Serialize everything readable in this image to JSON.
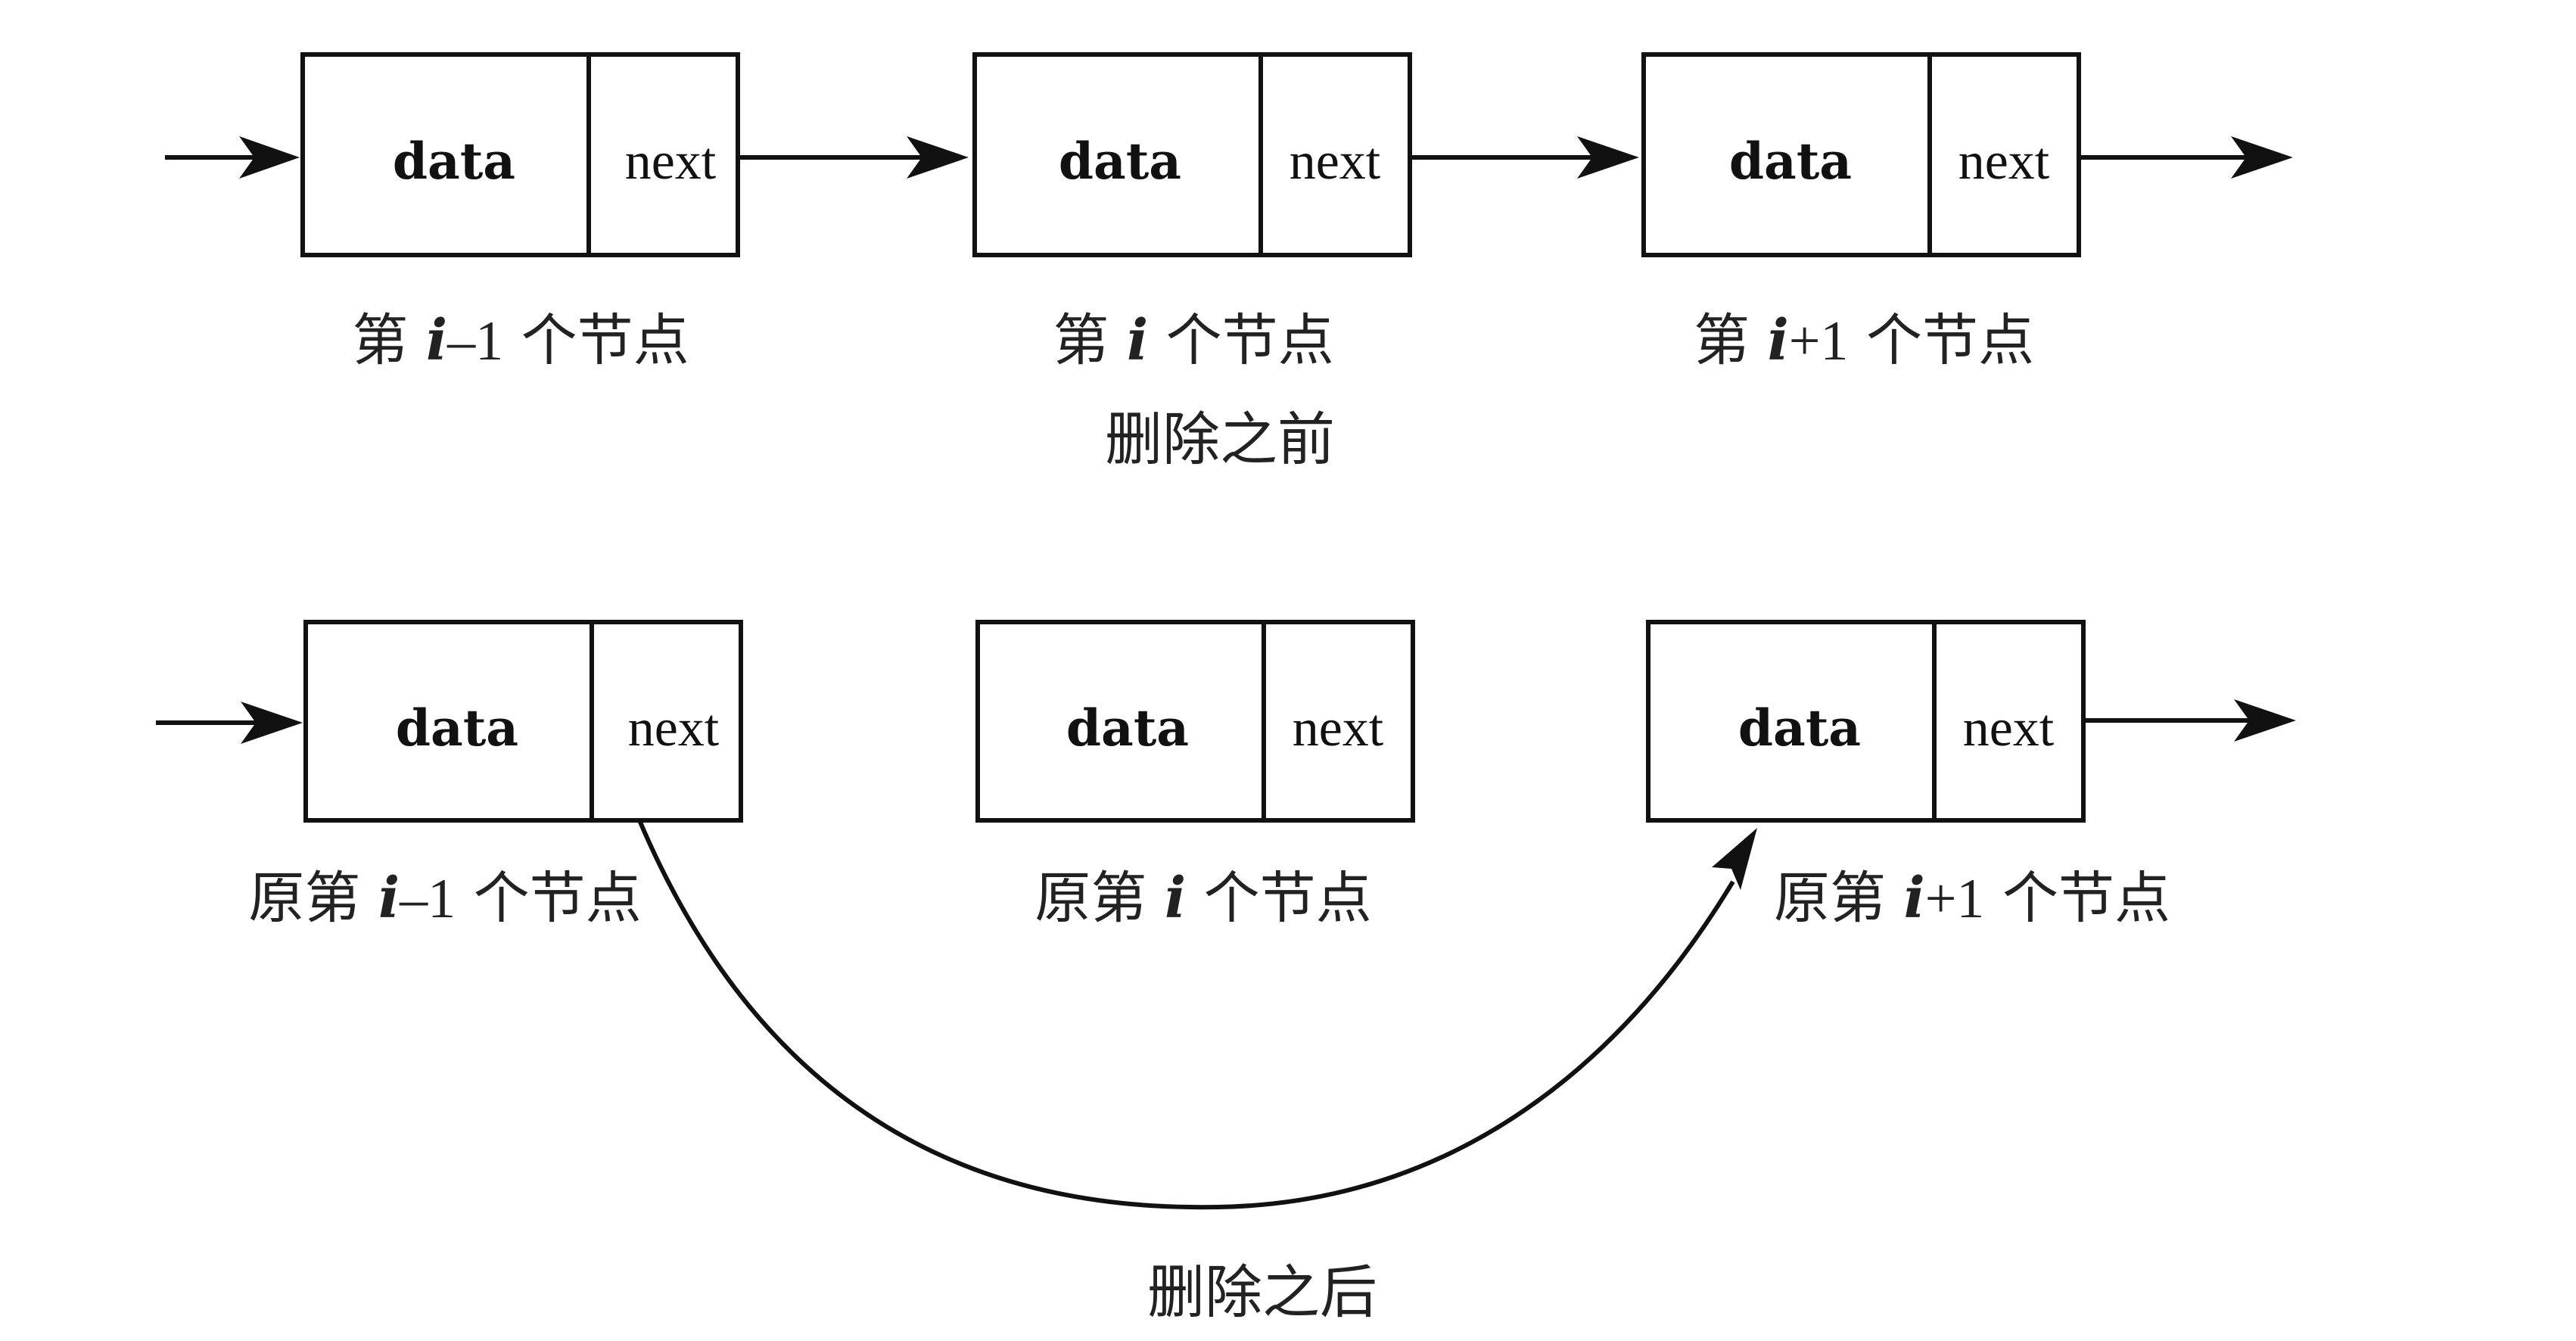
{
  "fields": {
    "data_label": "data",
    "next_label": "next"
  },
  "before": {
    "caption": "删除之前",
    "nodes": [
      {
        "prefix": "第",
        "index": "i",
        "suffix": "–1",
        "tail": "个节点"
      },
      {
        "prefix": "第",
        "index": "i",
        "suffix": "",
        "tail": "个节点"
      },
      {
        "prefix": "第",
        "index": "i",
        "suffix": "+1",
        "tail": "个节点"
      }
    ]
  },
  "after": {
    "caption": "删除之后",
    "nodes": [
      {
        "prefix": "原第",
        "index": "i",
        "suffix": "–1",
        "tail": "个节点"
      },
      {
        "prefix": "原第",
        "index": "i",
        "suffix": "",
        "tail": "个节点"
      },
      {
        "prefix": "原第",
        "index": "i",
        "suffix": "+1",
        "tail": "个节点"
      }
    ]
  },
  "colors": {
    "stroke": "#111111",
    "text": "#222222",
    "background": "#ffffff"
  }
}
